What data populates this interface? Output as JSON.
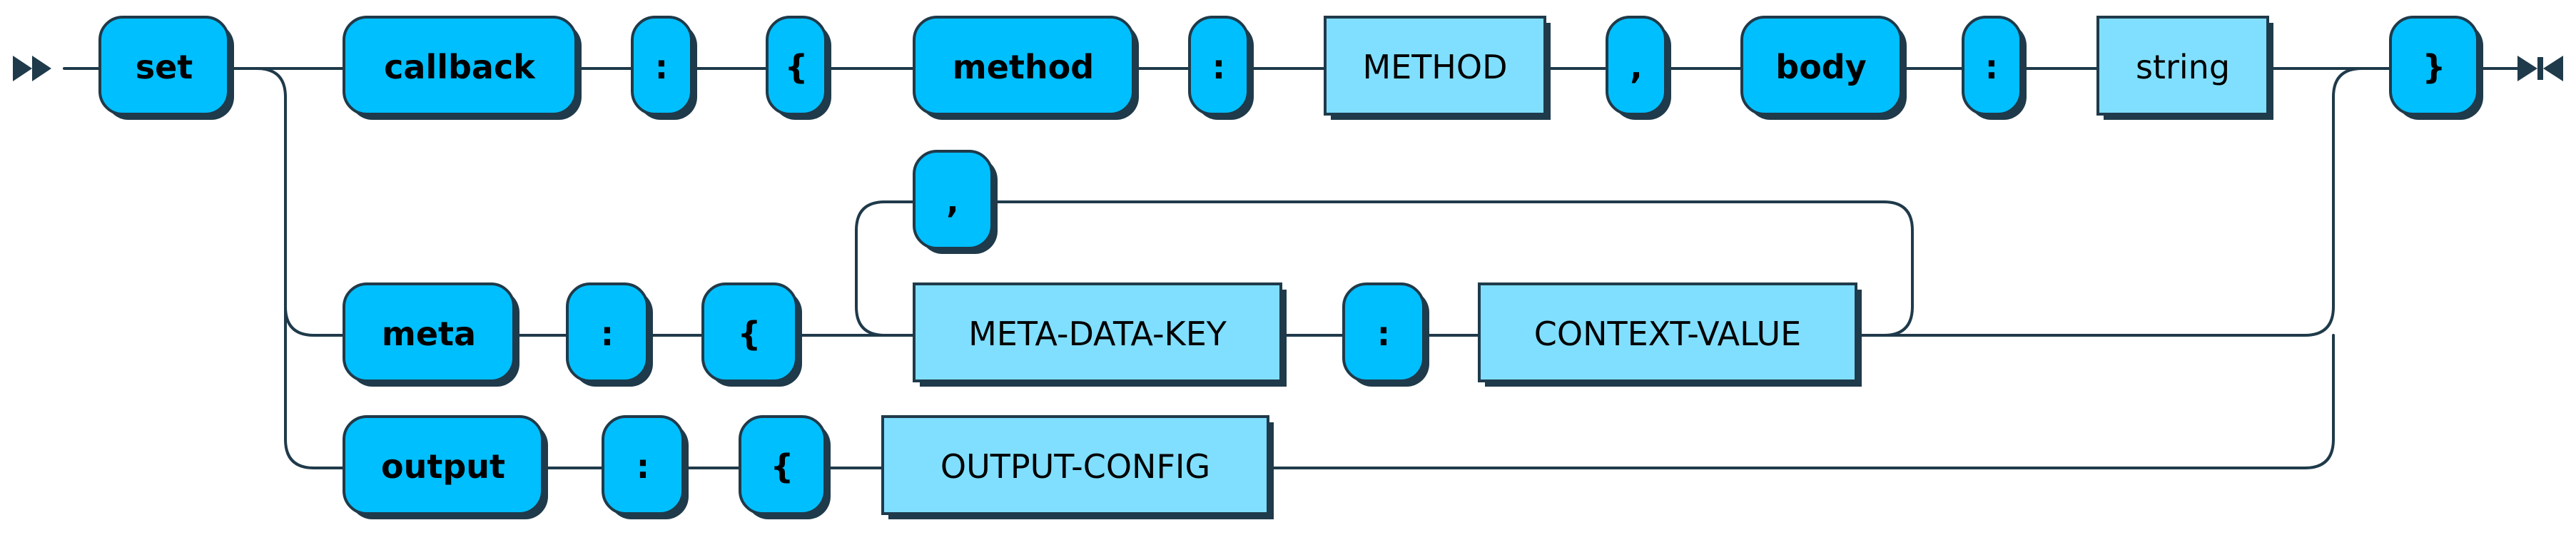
{
  "diagram": {
    "colors": {
      "terminal_fill": "#00bfff",
      "nonterminal_fill": "#80dfff",
      "line": "#1f3a4a"
    },
    "terminals": {
      "set": "set",
      "callback": "callback",
      "colon": ":",
      "open_brace": "{",
      "method": "method",
      "comma": ",",
      "body": "body",
      "close_brace": "}",
      "meta": "meta",
      "output": "output"
    },
    "nonterminals": {
      "method_value": "METHOD",
      "string": "string",
      "meta_data_key": "META-DATA-KEY",
      "context_value": "CONTEXT-VALUE",
      "output_config": "OUTPUT-CONFIG"
    }
  }
}
